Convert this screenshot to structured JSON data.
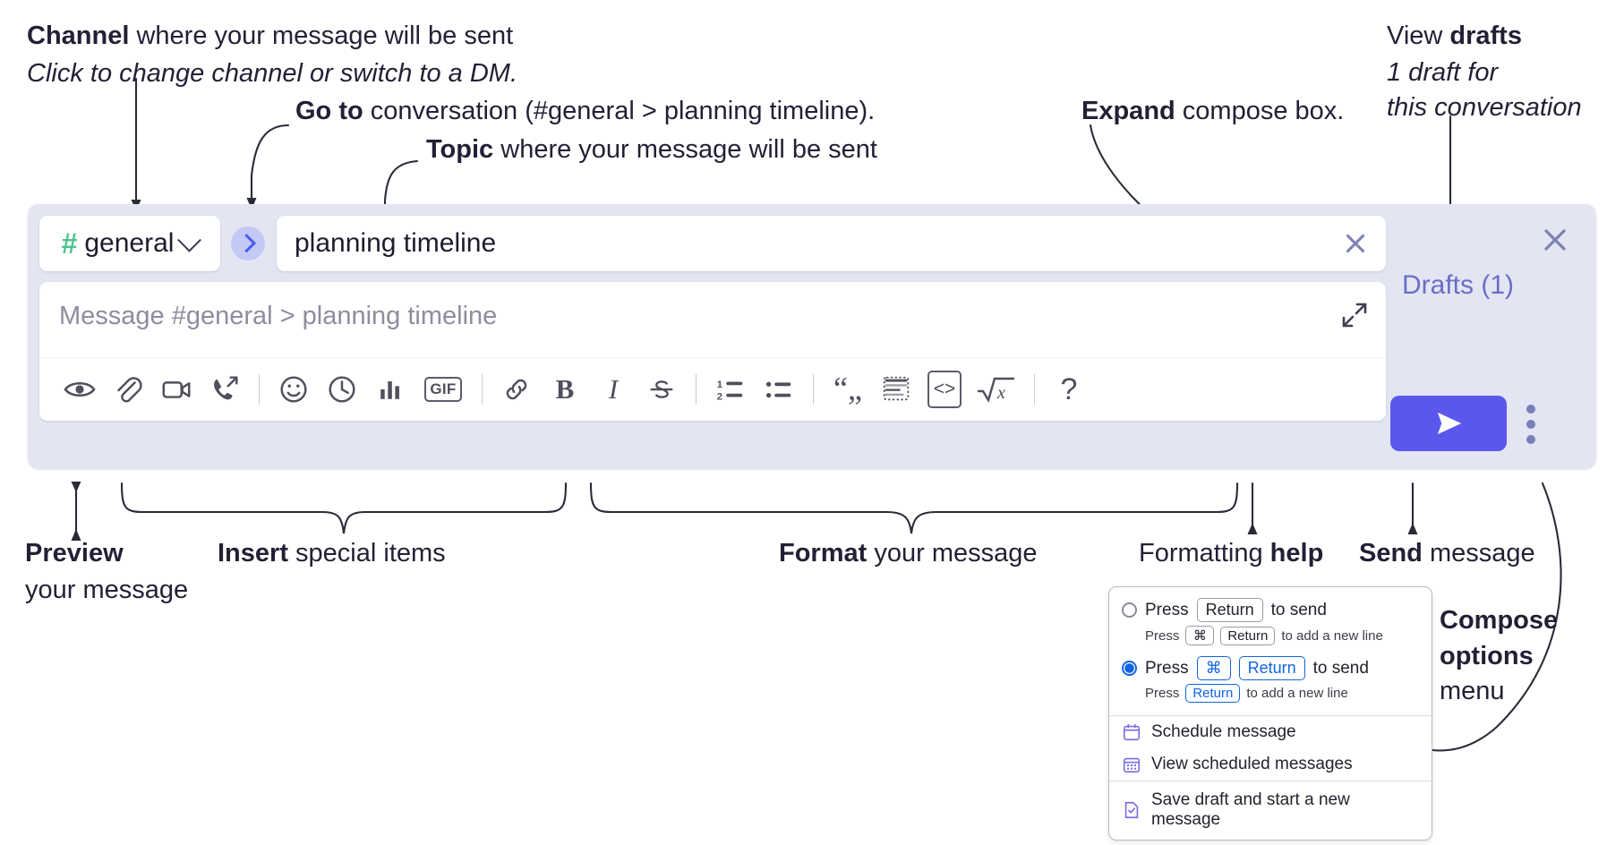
{
  "annotations": {
    "channel": {
      "bold": "Channel",
      "rest": " where your message will be sent",
      "italic": "Click to change channel or switch to a DM."
    },
    "goto": {
      "bold": "Go to",
      "rest": " conversation (#general > planning timeline)."
    },
    "topic": {
      "bold": "Topic",
      "rest": " where your message will be sent"
    },
    "expand": {
      "bold": "Expand",
      "rest": " compose box."
    },
    "drafts": {
      "plain": "View ",
      "bold": "drafts",
      "italic_line1": "1 draft for",
      "italic_line2": "this conversation"
    },
    "preview": {
      "bold": "Preview",
      "line2": "your message"
    },
    "insert": {
      "bold": "Insert",
      "rest": " special items"
    },
    "format": {
      "bold": "Format",
      "rest": " your message"
    },
    "help": {
      "plain": "Formatting ",
      "bold": "help"
    },
    "send": {
      "bold": "Send",
      "rest": " message"
    },
    "compose_options": {
      "bold_line1": "Compose",
      "bold_line2": "options",
      "line3": "menu"
    }
  },
  "compose": {
    "channel_label": "general",
    "channel_hash": "#",
    "topic_value": "planning timeline",
    "message_placeholder": "Message #general > planning timeline",
    "drafts_label": "Drafts (1)",
    "toolbar": [
      {
        "name": "preview-icon",
        "title": "Preview"
      },
      {
        "name": "attachment-icon",
        "title": "Attach file"
      },
      {
        "name": "video-clip-icon",
        "title": "Record video clip"
      },
      {
        "name": "audio-clip-icon",
        "title": "Record audio clip"
      },
      {
        "name": "separator",
        "title": ""
      },
      {
        "name": "emoji-icon",
        "title": "Emoji"
      },
      {
        "name": "clock-icon",
        "title": "Reminder"
      },
      {
        "name": "poll-icon",
        "title": "Poll"
      },
      {
        "name": "gif-icon",
        "title": "GIF"
      },
      {
        "name": "separator",
        "title": ""
      },
      {
        "name": "link-icon",
        "title": "Link"
      },
      {
        "name": "bold-icon",
        "title": "Bold"
      },
      {
        "name": "italic-icon",
        "title": "Italic"
      },
      {
        "name": "strikethrough-icon",
        "title": "Strikethrough"
      },
      {
        "name": "separator",
        "title": ""
      },
      {
        "name": "ordered-list-icon",
        "title": "Ordered list"
      },
      {
        "name": "bulleted-list-icon",
        "title": "Bulleted list"
      },
      {
        "name": "separator",
        "title": ""
      },
      {
        "name": "blockquote-icon",
        "title": "Blockquote"
      },
      {
        "name": "code-block-icon",
        "title": "Code block"
      },
      {
        "name": "inline-code-icon",
        "title": "Code"
      },
      {
        "name": "math-icon",
        "title": "Math"
      },
      {
        "name": "separator",
        "title": ""
      },
      {
        "name": "help-icon",
        "title": "Formatting help"
      }
    ],
    "gif_label": "GIF",
    "help_label": "?"
  },
  "options_menu": {
    "send_option_1": {
      "prefix": "Press",
      "key": "Return",
      "suffix": "to send",
      "sub_prefix": "Press",
      "sub_key1": "⌘",
      "sub_key2": "Return",
      "sub_suffix": "to add a new line",
      "selected": false
    },
    "send_option_2": {
      "prefix": "Press",
      "key1": "⌘",
      "key2": "Return",
      "suffix": "to send",
      "sub_prefix": "Press",
      "sub_key": "Return",
      "sub_suffix": "to add a new line",
      "selected": true
    },
    "items": [
      {
        "label": "Schedule message",
        "icon": "calendar-icon"
      },
      {
        "label": "View scheduled messages",
        "icon": "calendar-grid-icon"
      },
      {
        "label": "Save draft and start a new message",
        "icon": "document-check-icon"
      }
    ]
  },
  "colors": {
    "panel_bg": "#e3e5f2",
    "accent_send": "#5b57ec",
    "hash_green": "#4ec28f",
    "goto_blue": "#4a5bf0",
    "goto_bg": "#c3c9f5",
    "drafts_text": "#6b6ec6",
    "radio_blue": "#1264e0",
    "menu_icon": "#7a6fe0",
    "text": "#241f35"
  }
}
